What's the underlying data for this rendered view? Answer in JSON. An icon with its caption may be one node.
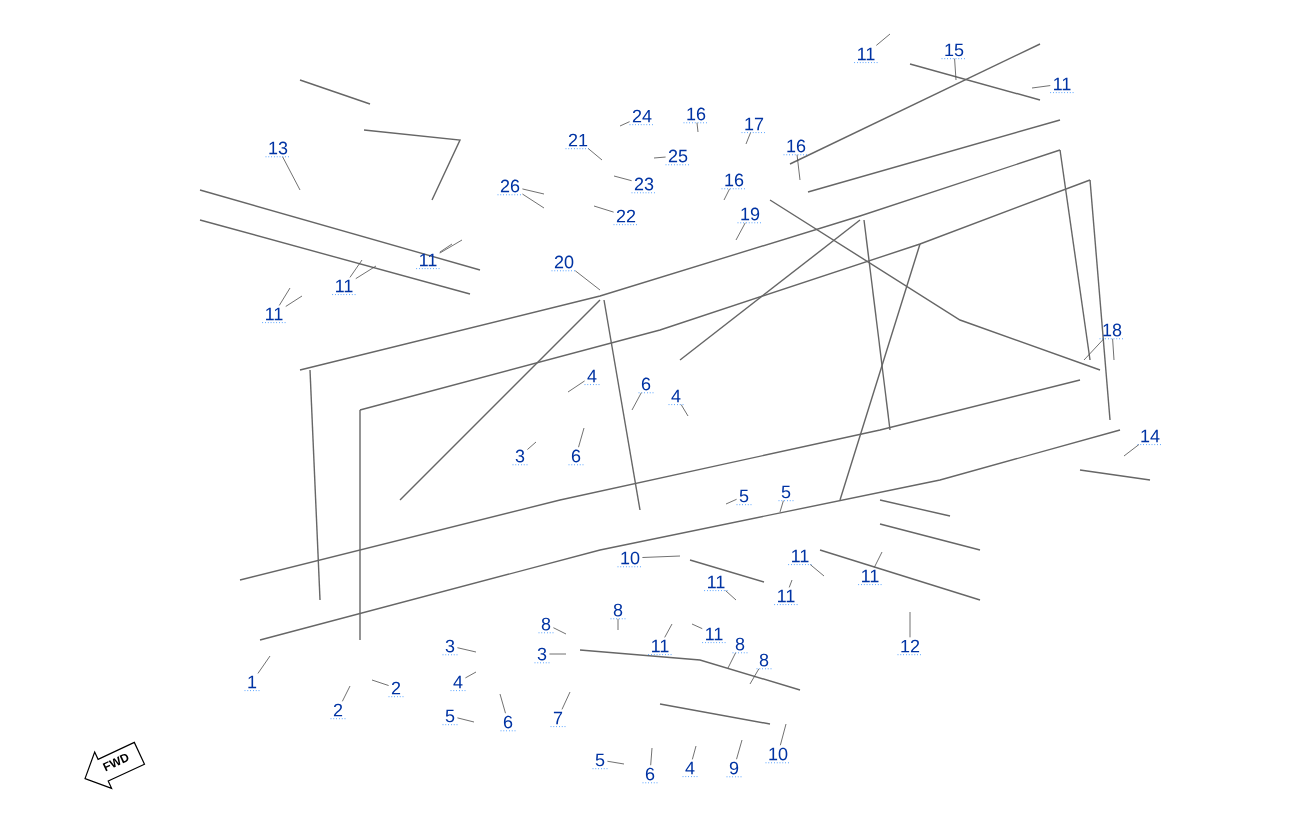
{
  "diagram": {
    "nodes": [
      {
        "text": [
          "11"
        ]
      },
      {
        "text": [
          "15"
        ]
      },
      {
        "text": [
          "11"
        ]
      },
      {
        "text": [
          "24"
        ]
      },
      {
        "text": [
          "16"
        ]
      },
      {
        "text": [
          "17"
        ]
      },
      {
        "text": [
          "21"
        ]
      },
      {
        "text": [
          "16"
        ]
      },
      {
        "text": [
          "25"
        ]
      },
      {
        "text": [
          "13"
        ]
      },
      {
        "text": [
          "16"
        ]
      },
      {
        "text": [
          "26"
        ]
      },
      {
        "text": [
          "23"
        ]
      },
      {
        "text": [
          "19"
        ]
      },
      {
        "text": [
          "22"
        ]
      },
      {
        "text": [
          "11"
        ]
      },
      {
        "text": [
          "20"
        ]
      },
      {
        "text": [
          "11"
        ]
      },
      {
        "text": [
          "11"
        ]
      },
      {
        "text": [
          "18"
        ]
      },
      {
        "text": [
          "4"
        ]
      },
      {
        "text": [
          "6"
        ]
      },
      {
        "text": [
          "4"
        ]
      },
      {
        "text": [
          "14"
        ]
      },
      {
        "text": [
          "3"
        ]
      },
      {
        "text": [
          "6"
        ]
      },
      {
        "text": [
          "5"
        ]
      },
      {
        "text": [
          "5"
        ]
      },
      {
        "text": [
          "10"
        ]
      },
      {
        "text": [
          "11"
        ]
      },
      {
        "text": [
          "11"
        ]
      },
      {
        "text": [
          "11"
        ]
      },
      {
        "text": [
          "11"
        ]
      },
      {
        "text": [
          "8"
        ]
      },
      {
        "text": [
          "8"
        ]
      },
      {
        "text": [
          "11"
        ]
      },
      {
        "text": [
          "11"
        ]
      },
      {
        "text": [
          "12"
        ]
      },
      {
        "text": [
          "3"
        ]
      },
      {
        "text": [
          "8"
        ]
      },
      {
        "text": [
          "3"
        ]
      },
      {
        "text": [
          "8"
        ]
      },
      {
        "text": [
          "1"
        ]
      },
      {
        "text": [
          "4"
        ]
      },
      {
        "text": [
          "2"
        ]
      },
      {
        "text": [
          "2"
        ]
      },
      {
        "text": [
          "5"
        ]
      },
      {
        "text": [
          "6"
        ]
      },
      {
        "text": [
          "7"
        ]
      },
      {
        "text": [
          "10"
        ]
      },
      {
        "text": [
          "5"
        ]
      },
      {
        "text": [
          "6"
        ]
      },
      {
        "text": [
          "4"
        ]
      },
      {
        "text": [
          "9"
        ]
      }
    ],
    "edges": [
      {
        "from": 0,
        "to": null,
        "arrow": "none"
      },
      {
        "from": 1,
        "to": null,
        "arrow": "none"
      },
      {
        "from": 2,
        "to": null,
        "arrow": "none"
      },
      {
        "from": 3,
        "to": null,
        "arrow": "none"
      },
      {
        "from": 4,
        "to": null,
        "arrow": "none"
      },
      {
        "from": 5,
        "to": null,
        "arrow": "none"
      },
      {
        "from": 6,
        "to": null,
        "arrow": "none"
      },
      {
        "from": 7,
        "to": null,
        "arrow": "none"
      },
      {
        "from": 8,
        "to": null,
        "arrow": "none"
      },
      {
        "from": 9,
        "to": null,
        "arrow": "none"
      },
      {
        "from": 10,
        "to": null,
        "arrow": "none"
      },
      {
        "from": 11,
        "to": null,
        "arrow": "none"
      },
      {
        "from": 11,
        "to": null,
        "arrow": "none"
      },
      {
        "from": 12,
        "to": null,
        "arrow": "none"
      },
      {
        "from": 13,
        "to": null,
        "arrow": "none"
      },
      {
        "from": 14,
        "to": null,
        "arrow": "none"
      },
      {
        "from": 15,
        "to": null,
        "arrow": "none"
      },
      {
        "from": 15,
        "to": null,
        "arrow": "none"
      },
      {
        "from": 16,
        "to": null,
        "arrow": "none"
      },
      {
        "from": 17,
        "to": null,
        "arrow": "none"
      },
      {
        "from": 17,
        "to": null,
        "arrow": "none"
      },
      {
        "from": 18,
        "to": null,
        "arrow": "none"
      },
      {
        "from": 18,
        "to": null,
        "arrow": "none"
      },
      {
        "from": 19,
        "to": null,
        "arrow": "none"
      },
      {
        "from": 19,
        "to": null,
        "arrow": "none"
      },
      {
        "from": 20,
        "to": null,
        "arrow": "none"
      },
      {
        "from": 21,
        "to": null,
        "arrow": "none"
      },
      {
        "from": 22,
        "to": null,
        "arrow": "none"
      },
      {
        "from": 23,
        "to": null,
        "arrow": "none"
      },
      {
        "from": 24,
        "to": null,
        "arrow": "none"
      },
      {
        "from": 25,
        "to": null,
        "arrow": "none"
      },
      {
        "from": 26,
        "to": null,
        "arrow": "none"
      },
      {
        "from": 27,
        "to": null,
        "arrow": "none"
      },
      {
        "from": 28,
        "to": null,
        "arrow": "none"
      },
      {
        "from": 29,
        "to": null,
        "arrow": "none"
      },
      {
        "from": 30,
        "to": null,
        "arrow": "none"
      },
      {
        "from": 31,
        "to": null,
        "arrow": "none"
      },
      {
        "from": 32,
        "to": null,
        "arrow": "none"
      },
      {
        "from": 33,
        "to": null,
        "arrow": "none"
      },
      {
        "from": 34,
        "to": null,
        "arrow": "none"
      },
      {
        "from": 35,
        "to": null,
        "arrow": "none"
      },
      {
        "from": 36,
        "to": null,
        "arrow": "none"
      },
      {
        "from": 37,
        "to": null,
        "arrow": "none"
      },
      {
        "from": 38,
        "to": null,
        "arrow": "none"
      },
      {
        "from": 39,
        "to": null,
        "arrow": "none"
      },
      {
        "from": 40,
        "to": null,
        "arrow": "none"
      },
      {
        "from": 41,
        "to": null,
        "arrow": "none"
      },
      {
        "from": 42,
        "to": null,
        "arrow": "none"
      },
      {
        "from": 43,
        "to": null,
        "arrow": "none"
      },
      {
        "from": 44,
        "to": null,
        "arrow": "none"
      },
      {
        "from": 45,
        "to": null,
        "arrow": "none"
      },
      {
        "from": 46,
        "to": null,
        "arrow": "none"
      },
      {
        "from": 47,
        "to": null,
        "arrow": "none"
      },
      {
        "from": 48,
        "to": null,
        "arrow": "none"
      },
      {
        "from": 49,
        "to": null,
        "arrow": "none"
      },
      {
        "from": 50,
        "to": null,
        "arrow": "none"
      },
      {
        "from": 51,
        "to": null,
        "arrow": "none"
      },
      {
        "from": 52,
        "to": null,
        "arrow": "none"
      },
      {
        "from": 53,
        "to": null,
        "arrow": "none"
      }
    ],
    "labels": [
      "FWD"
    ]
  }
}
